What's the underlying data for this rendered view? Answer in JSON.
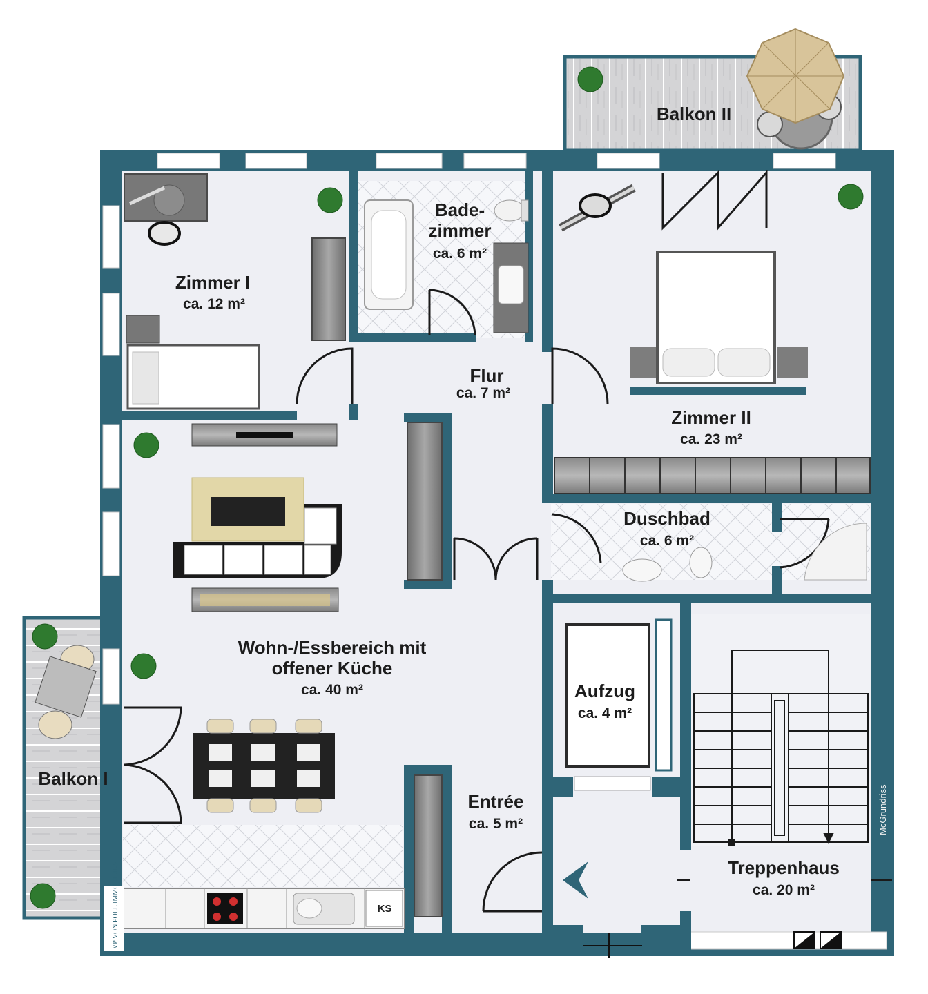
{
  "rooms": {
    "balkon2": {
      "name": "Balkon II"
    },
    "zimmer1": {
      "name": "Zimmer I",
      "area": "ca. 12 m²"
    },
    "badezimmer": {
      "name_line1": "Bade-",
      "name_line2": "zimmer",
      "area": "ca. 6 m²"
    },
    "flur": {
      "name": "Flur",
      "area": "ca. 7 m²"
    },
    "zimmer2": {
      "name": "Zimmer II",
      "area": "ca. 23 m²"
    },
    "duschbad": {
      "name": "Duschbad",
      "area": "ca. 6 m²"
    },
    "wohn": {
      "name_line1": "Wohn-/Essbereich mit",
      "name_line2": "offener Küche",
      "area": "ca. 40 m²"
    },
    "aufzug": {
      "name": "Aufzug",
      "area": "ca. 4 m²"
    },
    "entree": {
      "name": "Entrée",
      "area": "ca. 5 m²"
    },
    "treppenhaus": {
      "name": "Treppenhaus",
      "area": "ca. 20 m²"
    },
    "balkon1": {
      "name": "Balkon I"
    }
  },
  "labels": {
    "fridge": "KS",
    "credit": "McGrundriss",
    "logo": "VP VON POLL IMMOBILIEN"
  },
  "colors": {
    "wall": "#2f6577",
    "floor": "#eeeff4",
    "balcony": "#cfcfcf",
    "tile": "#f4f5f8"
  }
}
